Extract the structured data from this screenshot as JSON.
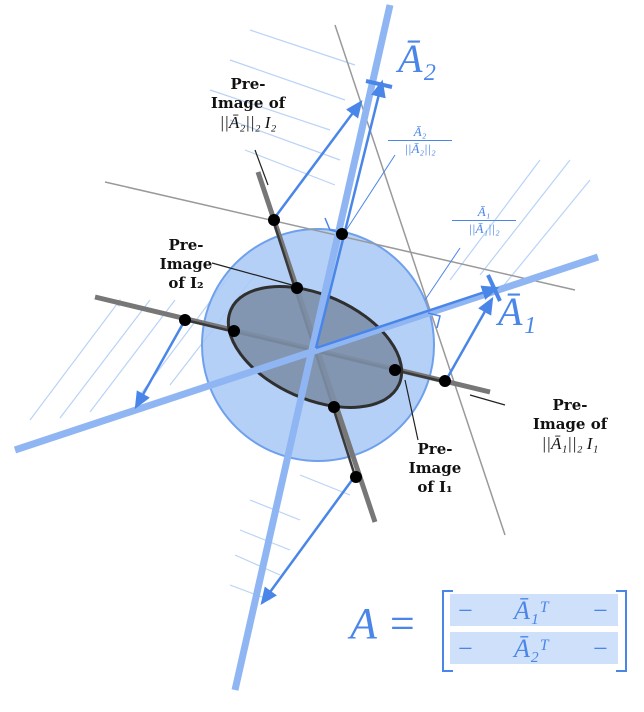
{
  "diagram": {
    "labels": {
      "preimage_a2_norm": {
        "line1": "Pre-",
        "line2": "Image of",
        "math": "||Ā₂||₂ I₂"
      },
      "preimage_i2": {
        "line1": "Pre-",
        "line2": "Image",
        "line3": "of I₂"
      },
      "preimage_i1": {
        "line1": "Pre-",
        "line2": "Image",
        "line3": "of I₁"
      },
      "preimage_a1_norm": {
        "line1": "Pre-",
        "line2": "Image of",
        "math": "||Ā₁||₂ I₁"
      },
      "a2_unit": {
        "num": "Ā₂",
        "den": "||Ā₂||₂"
      },
      "a1_unit": {
        "num": "Ā₁",
        "den": "||Ā₁||₂"
      },
      "a2_big": "Ā₂",
      "a1_big": "Ā₁"
    },
    "matrix": {
      "lhs": "A =",
      "row1": {
        "left": "−",
        "mid": "Ā₁ᵀ",
        "right": "−"
      },
      "row2": {
        "left": "−",
        "mid": "Ā₂ᵀ",
        "right": "−"
      }
    },
    "colors": {
      "blue": "#4a86e8",
      "light_blue": "#a9c8f5",
      "circle_fill": "#a8c8f6",
      "ellipse_fill": "#7d8fa8",
      "gray_line": "#888888",
      "dark_line": "#333333"
    }
  }
}
